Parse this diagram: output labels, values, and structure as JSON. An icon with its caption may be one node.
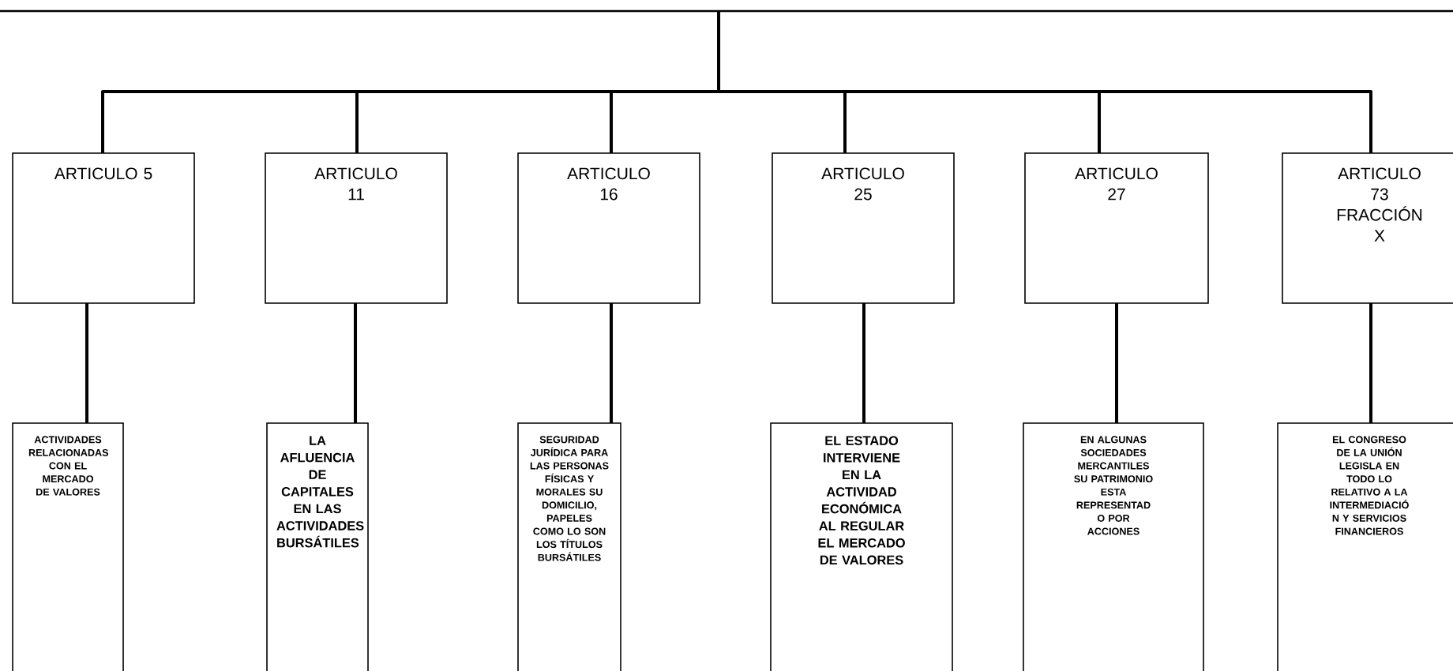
{
  "diagram": {
    "nodes": [
      {
        "text": [],
        "shape": "box"
      },
      {
        "text": [
          "ARTICULO 5"
        ]
      },
      {
        "text": [
          "ARTICULO 11"
        ]
      },
      {
        "text": [
          "ARTICULO 16"
        ]
      },
      {
        "text": [
          "ARTICULO 25"
        ]
      },
      {
        "text": [
          "ARTICULO 27"
        ]
      },
      {
        "text": [
          "ARTICULO 73 FRACCIÓN X"
        ]
      },
      {
        "text": [
          "ACTIVIDADES RELACIONADAS CON EL MERCADO DE VALORES"
        ]
      },
      {
        "text": [
          "LA AFLUENCIA DE CAPITALES EN LAS ACTIVIDADES BURSÁTILES"
        ]
      },
      {
        "text": [
          "SEGURIDAD JURÍDICA PARA LAS PERSONAS FÍSICAS Y MORALES SU DOMICILIO, PAPELES COMO LO SON LOS TÍTULOS BURSÁTILES"
        ]
      },
      {
        "text": [
          "EL ESTADO INTERVIENE EN LA ACTIVIDAD ECONÓMICA AL REGULAR EL MERCADO DE VALORES"
        ]
      },
      {
        "text": [
          "EN ALGUNAS SOCIEDADES MERCANTILES SU PATRIMONIO ESTA REPRESENTAD O POR ACCIONES"
        ]
      },
      {
        "text": [
          "EL CONGRESO DE LA UNIÓN LEGISLA EN TODO LO RELATIVO A LA INTERMEDIACIÓ N Y SERVICIOS FINANCIEROS"
        ]
      }
    ],
    "edges": [
      {
        "from": 0,
        "to": 1,
        "arrow": "none"
      },
      {
        "from": 0,
        "to": 2,
        "arrow": "none"
      },
      {
        "from": 0,
        "to": 3,
        "arrow": "none"
      },
      {
        "from": 0,
        "to": 4,
        "arrow": "none"
      },
      {
        "from": 0,
        "to": 5,
        "arrow": "none"
      },
      {
        "from": 0,
        "to": 6,
        "arrow": "none"
      },
      {
        "from": 1,
        "to": 7,
        "arrow": "none"
      },
      {
        "from": 2,
        "to": 8,
        "arrow": "none"
      },
      {
        "from": 3,
        "to": 9,
        "arrow": "none"
      },
      {
        "from": 4,
        "to": 10,
        "arrow": "none"
      },
      {
        "from": 5,
        "to": 11,
        "arrow": "none"
      },
      {
        "from": 6,
        "to": 12,
        "arrow": "none"
      }
    ]
  }
}
